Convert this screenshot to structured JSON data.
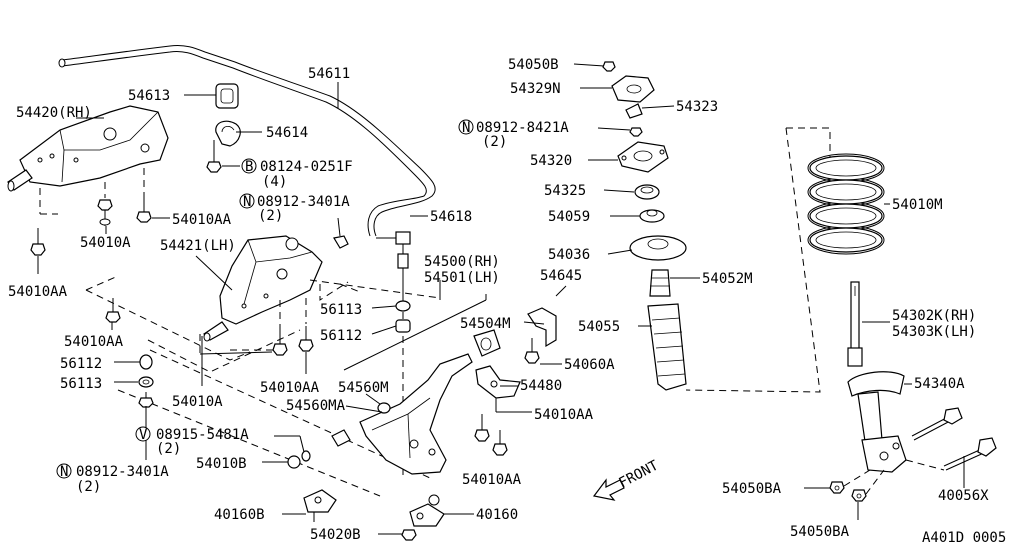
{
  "labels": {
    "p54611": "54611",
    "p54613": "54613",
    "p54614": "54614",
    "p54420rh": "54420(RH)",
    "p08124": "08124-0251F",
    "p08124q": "(4)",
    "p08124sym": "B",
    "p54010aa_1": "54010AA",
    "p54010a_1": "54010A",
    "p54010aa_2": "54010AA",
    "p08912a": "08912-3401A",
    "p08912aq": "(2)",
    "p08912asym": "N",
    "p54618": "54618",
    "p54421lh": "54421(LH)",
    "p54500rh": "54500(RH)",
    "p54501lh": "54501(LH)",
    "p54645": "54645",
    "p56113a": "56113",
    "p56112a": "56112",
    "p54504m": "54504M",
    "p54060a": "54060A",
    "p54010aa_3": "54010AA",
    "p56112b": "56112",
    "p56113b": "56113",
    "p54010a_2": "54010A",
    "p54010aa_4": "54010AA",
    "p54560m": "54560M",
    "p54560ma": "54560MA",
    "p54480": "54480",
    "p54010aa_5": "54010AA",
    "p08915": "08915-5481A",
    "p08915q": "(2)",
    "p08915sym": "V",
    "p54010b": "54010B",
    "p08912b": "08912-3401A",
    "p08912bq": "(2)",
    "p08912bsym": "N",
    "p54010aa_6": "54010AA",
    "p40160b": "40160B",
    "p40160": "40160",
    "p54020b": "54020B",
    "p54050b": "54050B",
    "p54329n": "54329N",
    "p54323": "54323",
    "p08912c": "08912-8421A",
    "p08912cq": "(2)",
    "p08912csym": "N",
    "p54320": "54320",
    "p54325": "54325",
    "p54059": "54059",
    "p54036": "54036",
    "p54052m": "54052M",
    "p54055": "54055",
    "p54010m": "54010M",
    "p54302k": "54302K(RH)",
    "p54303k": "54303K(LH)",
    "p54340a": "54340A",
    "p54050ba_1": "54050BA",
    "p54050ba_2": "54050BA",
    "p40056x": "40056X",
    "front": "FRONT",
    "code": "A401D 0005"
  }
}
